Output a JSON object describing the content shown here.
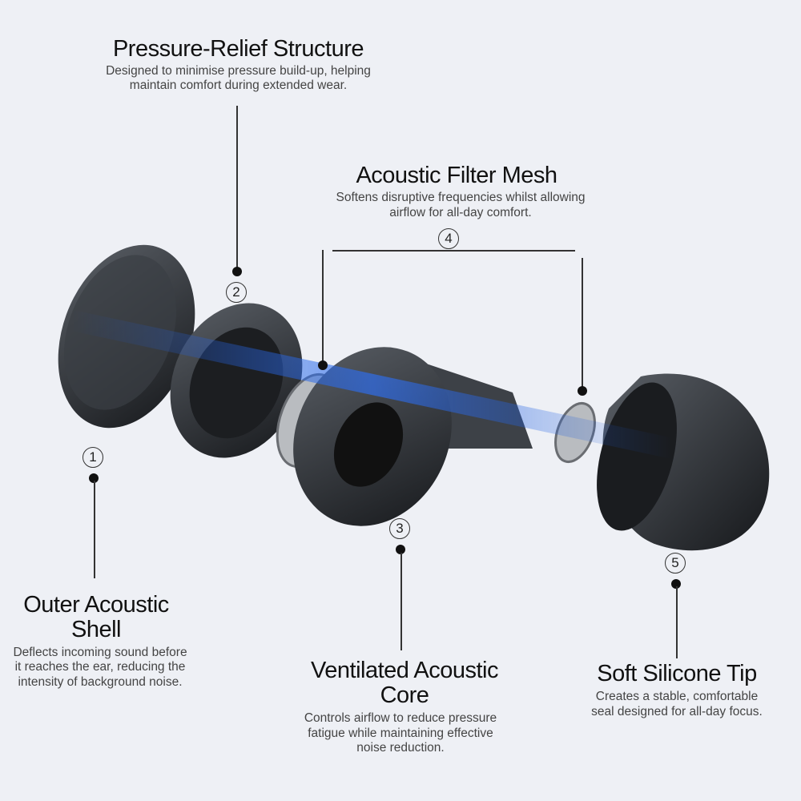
{
  "parts": [
    {
      "num": "1",
      "title": "Outer Acoustic Shell",
      "title_l1": "Outer Acoustic",
      "title_l2": "Shell",
      "desc_l1": "Deflects incoming sound before",
      "desc_l2": "it reaches the ear, reducing the",
      "desc_l3": "intensity of background noise."
    },
    {
      "num": "2",
      "title": "Pressure-Relief Structure",
      "desc_l1": "Designed to minimise pressure build-up, helping",
      "desc_l2": "maintain comfort during extended wear."
    },
    {
      "num": "3",
      "title_l1": "Ventilated Acoustic",
      "title_l2": "Core",
      "desc_l1": "Controls airflow to reduce pressure",
      "desc_l2": "fatigue while maintaining effective",
      "desc_l3": "noise reduction."
    },
    {
      "num": "4",
      "title": "Acoustic Filter Mesh",
      "desc_l1": "Softens disruptive frequencies whilst allowing",
      "desc_l2": "airflow for all-day comfort."
    },
    {
      "num": "5",
      "title": "Soft Silicone Tip",
      "desc_l1": "Creates a stable, comfortable",
      "desc_l2": "seal designed for all-day focus."
    }
  ],
  "colors": {
    "background": "#eef0f5",
    "part": "#2b2e33",
    "accent": "#1e5bd8"
  }
}
